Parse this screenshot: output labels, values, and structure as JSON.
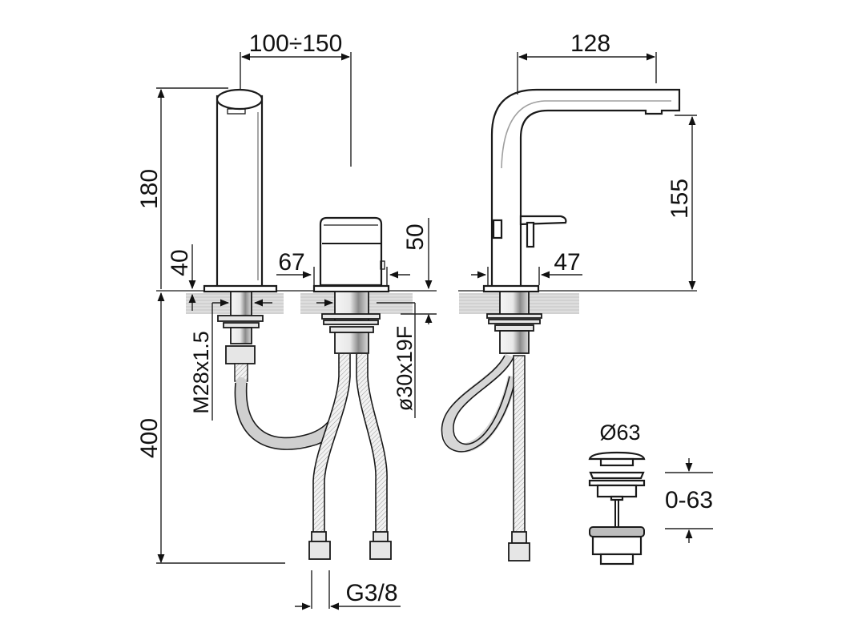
{
  "diagram": {
    "title": "Three-hole basin mixer technical drawing",
    "views": [
      {
        "name": "front-view-spout-and-handle"
      },
      {
        "name": "side-view-mixer"
      },
      {
        "name": "pop-up-waste-detail"
      }
    ],
    "dimensions": {
      "spout_spacing": "100÷150",
      "spout_height": "180",
      "spout_base_height": "40",
      "below_deck_length": "400",
      "thread_spout": "M28x1.5",
      "handle_base_width": "67",
      "handle_height": "50",
      "handle_thread": "ø30x19F",
      "hose_connection": "G3/8",
      "spout_reach": "128",
      "outlet_height": "155",
      "mixer_base_width": "47",
      "waste_diameter": "Ø63",
      "waste_stroke": "0-63"
    },
    "colors": {
      "line": "#1a1a1a",
      "deck": "#d9d9d9",
      "background": "#ffffff"
    }
  }
}
